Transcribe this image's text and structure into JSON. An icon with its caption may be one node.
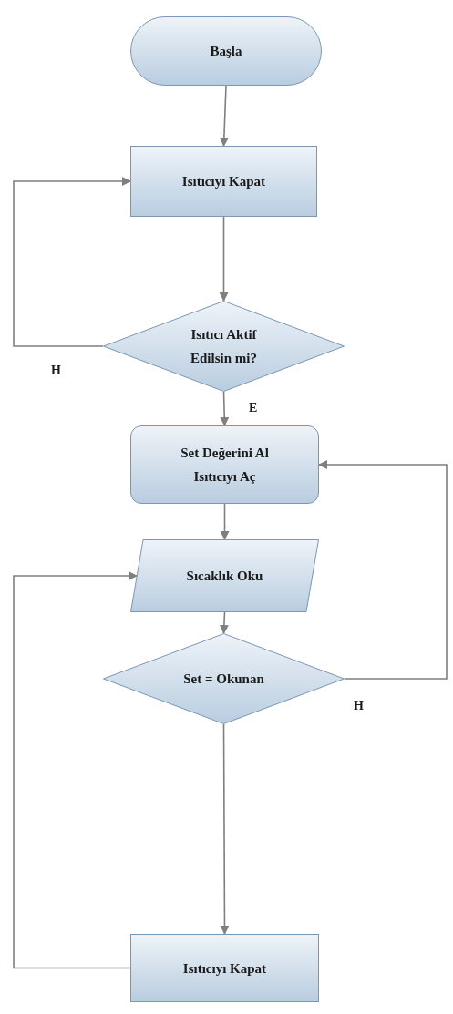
{
  "diagram": {
    "nodes": [
      {
        "text": [
          "Başla"
        ]
      },
      {
        "text": [
          "Isıtıcıyı Kapat"
        ]
      },
      {
        "text": [
          "Isıtıcı Aktif Edilsin mi?"
        ]
      },
      {
        "text": [
          "Set Değerini Al Isıtıcıyı Aç"
        ]
      },
      {
        "text": [
          "Sıcaklık Oku"
        ]
      },
      {
        "text": [
          "Set = Okunan"
        ]
      },
      {
        "text": [
          "Isıtıcıyı Kapat"
        ]
      }
    ],
    "edges": [
      {
        "from": 0,
        "to": 1,
        "arrow": "to"
      },
      {
        "from": 1,
        "to": 2,
        "arrow": "to"
      },
      {
        "from": 2,
        "to": 1,
        "arrow": "to",
        "label": "H"
      },
      {
        "from": 2,
        "to": 3,
        "arrow": "to",
        "label": "E"
      },
      {
        "from": 5,
        "to": 3,
        "arrow": "to",
        "label": "H"
      },
      {
        "from": 3,
        "to": 4,
        "arrow": "to"
      },
      {
        "from": 4,
        "to": 5,
        "arrow": "to"
      },
      {
        "from": 5,
        "to": 6,
        "arrow": "to"
      },
      {
        "from": 6,
        "to": 4,
        "arrow": "to"
      }
    ]
  }
}
